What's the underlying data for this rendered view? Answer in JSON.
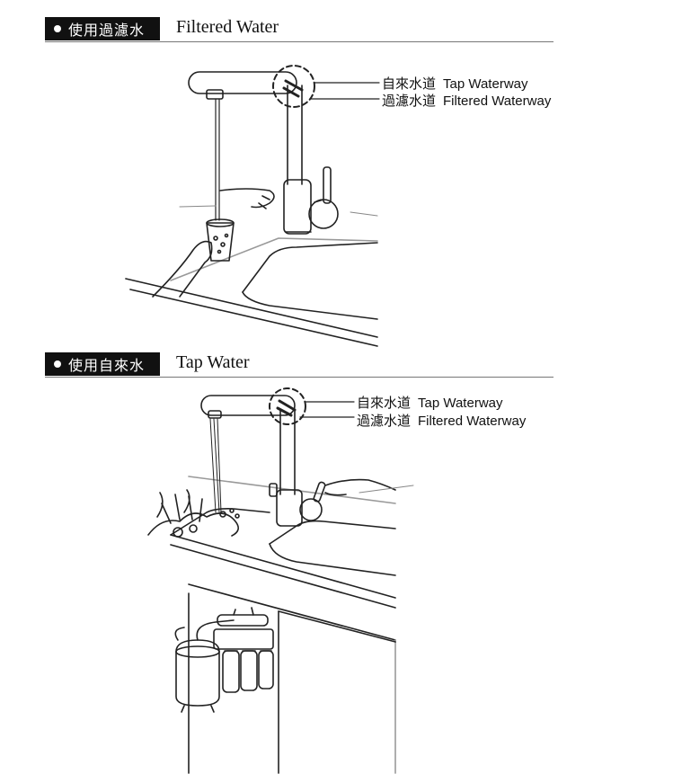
{
  "sections": [
    {
      "badge": "使用過濾水",
      "title": "Filtered Water",
      "callouts": [
        {
          "cn": "自來水道",
          "en": "Tap Waterway"
        },
        {
          "cn": "過濾水道",
          "en": "Filtered Waterway"
        }
      ]
    },
    {
      "badge": "使用自來水",
      "title": "Tap Water",
      "callouts": [
        {
          "cn": "自來水道",
          "en": "Tap Waterway"
        },
        {
          "cn": "過濾水道",
          "en": "Filtered Waterway"
        }
      ]
    }
  ],
  "icons": {
    "bullet": "dot-icon",
    "faucet": "faucet-icon",
    "glass": "glass-icon",
    "hand": "hand-icon",
    "vegetables": "vegetables-icon",
    "filter_system": "ro-filter-icon"
  }
}
